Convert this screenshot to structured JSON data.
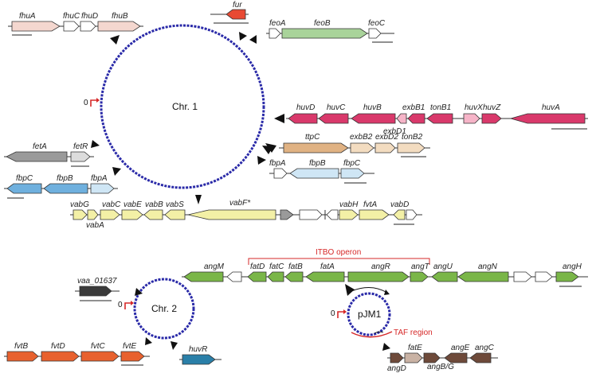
{
  "colors": {
    "chromosome": "#2a2aa8",
    "pink_light": "#f4d7cf",
    "red_fur": "#e84a33",
    "green_light": "#a9d39a",
    "magenta": "#d9396b",
    "magenta_light": "#f6b4c8",
    "tan": "#e0b283",
    "tan_light": "#f3dcc0",
    "blue": "#6fb0de",
    "blue_light": "#cfe6f5",
    "gray": "#9a9a9a",
    "gray_light": "#dcdcdc",
    "yellow": "#f3f0a6",
    "green": "#7ab648",
    "white": "#ffffff",
    "dark": "#3a3a3a",
    "orange_red": "#e8612e",
    "teal": "#2a7fa8",
    "brown": "#6e4a3a",
    "brown_light": "#c9b2a4",
    "accent_red": "#d62828"
  },
  "chromosomes": [
    {
      "label": "Chr. 1",
      "origin": "0"
    },
    {
      "label": "Chr. 2",
      "origin": "0"
    },
    {
      "label": "pJM1",
      "origin": "0"
    }
  ],
  "operon_label": "ITBO operon",
  "taf_label": "TAF region",
  "genes": {
    "fhuA": "fhuA",
    "fhuC": "fhuC",
    "fhuD": "fhuD",
    "fhuB": "fhuB",
    "fur": "fur",
    "feoA": "feoA",
    "feoB": "feoB",
    "feoC": "feoC",
    "huvD": "huvD",
    "huvC": "huvC",
    "huvB": "huvB",
    "exbB1": "exbB1",
    "tonB1": "tonB1",
    "huvX": "huvX",
    "huvZ": "huvZ",
    "huvA": "huvA",
    "exbD1": "exbD1",
    "ttpC": "ttpC",
    "exbB2": "exbB2",
    "exbD2": "exbD2",
    "tonB2": "tonB2",
    "fetA": "fetA",
    "fetR": "fetR",
    "fbpA1": "fbpA",
    "fbpB1": "fbpB",
    "fbpC1": "fbpC",
    "fbpC2": "fbpC",
    "fbpB2": "fbpB",
    "fbpA2": "fbpA",
    "vabG": "vabG",
    "vabA": "vabA",
    "vabC": "vabC",
    "vabE": "vabE",
    "vabB": "vabB",
    "vabS": "vabS",
    "vabF": "vabF*",
    "vabH": "vabH",
    "fvtA": "fvtA",
    "vabD": "vabD",
    "angM": "angM",
    "fatD": "fatD",
    "fatC": "fatC",
    "fatB": "fatB",
    "fatA": "fatA",
    "angR": "angR",
    "angT": "angT",
    "angU": "angU",
    "angN": "angN",
    "angH": "angH",
    "vaa": "vaa_01637",
    "fvtB": "fvtB",
    "fvtD": "fvtD",
    "fvtC": "fvtC",
    "fvtE": "fvtE",
    "huvR": "huvR",
    "fatE": "fatE",
    "angE": "angE",
    "angC": "angC",
    "angD": "angD",
    "angBG": "angB/G"
  }
}
